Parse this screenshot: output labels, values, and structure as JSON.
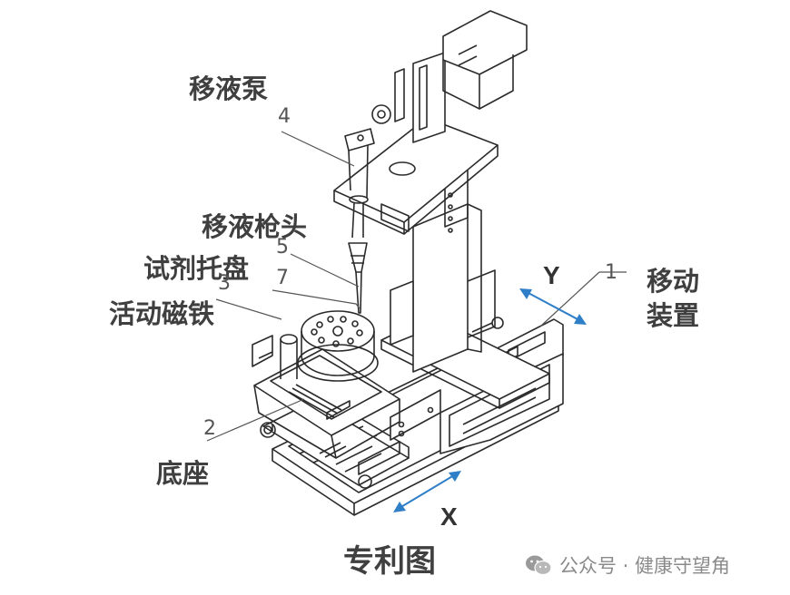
{
  "labels": {
    "pump": "移液泵",
    "tip": "移液枪头",
    "tray": "试剂托盘",
    "magnet": "活动磁铁",
    "base": "底座",
    "move_line1": "移动",
    "move_line2": "装置"
  },
  "numbers": {
    "n4": "4",
    "n5": "5",
    "n7": "7",
    "n3": "3",
    "n2": "2",
    "n1": "1"
  },
  "axes": {
    "x": "X",
    "y": "Y"
  },
  "title": "专利图",
  "watermark": {
    "text": "公众号 · 健康守望角",
    "icon": "wechat-icon"
  },
  "colors": {
    "arrow": "#2f7fc8",
    "line": "#2b2b2b",
    "label": "#3f3f3f"
  }
}
